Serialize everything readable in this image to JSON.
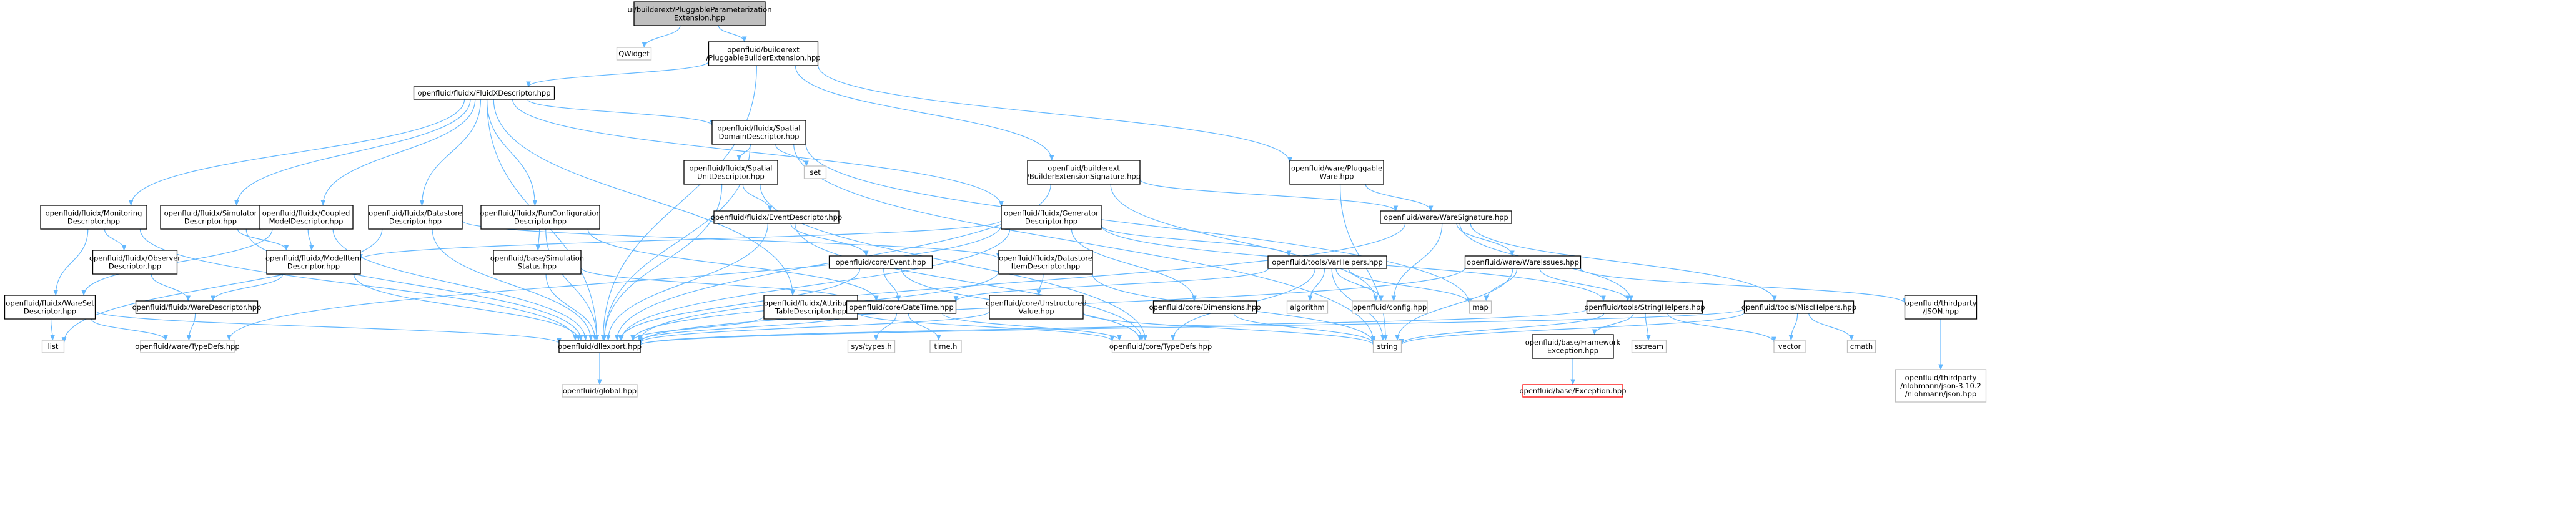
{
  "colors": {
    "edge": "#63b8ff",
    "node_border": "#000000",
    "root_fill": "#bfbfbf",
    "external_border": "#bfbfbf",
    "external_text": "#666666",
    "missing_border": "#ff0000"
  },
  "nodes": [
    {
      "id": "root",
      "label": [
        "ui/builderext/PluggableParameterization",
        "Extension.hpp"
      ],
      "kind": "root"
    },
    {
      "id": "qwidget",
      "label": [
        "QWidget"
      ],
      "kind": "external"
    },
    {
      "id": "pbe",
      "label": [
        "openfluid/builderext",
        "/PluggableBuilderExtension.hpp"
      ],
      "kind": "file"
    },
    {
      "id": "fxd",
      "label": [
        "openfluid/fluidx/FluidXDescriptor.hpp"
      ],
      "kind": "file"
    },
    {
      "id": "sdd",
      "label": [
        "openfluid/fluidx/Spatial",
        "DomainDescriptor.hpp"
      ],
      "kind": "file"
    },
    {
      "id": "bes",
      "label": [
        "openfluid/builderext",
        "/BuilderExtensionSignature.hpp"
      ],
      "kind": "file"
    },
    {
      "id": "pw",
      "label": [
        "openfluid/ware/Pluggable",
        "Ware.hpp"
      ],
      "kind": "file"
    },
    {
      "id": "set",
      "label": [
        "set"
      ],
      "kind": "external"
    },
    {
      "id": "sud",
      "label": [
        "openfluid/fluidx/Spatial",
        "UnitDescriptor.hpp"
      ],
      "kind": "file"
    },
    {
      "id": "md",
      "label": [
        "openfluid/fluidx/Monitoring",
        "Descriptor.hpp"
      ],
      "kind": "file"
    },
    {
      "id": "simd",
      "label": [
        "openfluid/fluidx/Simulator",
        "Descriptor.hpp"
      ],
      "kind": "file"
    },
    {
      "id": "cmd",
      "label": [
        "openfluid/fluidx/Coupled",
        "ModelDescriptor.hpp"
      ],
      "kind": "file"
    },
    {
      "id": "dsd",
      "label": [
        "openfluid/fluidx/Datastore",
        "Descriptor.hpp"
      ],
      "kind": "file"
    },
    {
      "id": "rcd",
      "label": [
        "openfluid/fluidx/RunConfiguration",
        "Descriptor.hpp"
      ],
      "kind": "file"
    },
    {
      "id": "ed",
      "label": [
        "openfluid/fluidx/EventDescriptor.hpp"
      ],
      "kind": "file"
    },
    {
      "id": "gd",
      "label": [
        "openfluid/fluidx/Generator",
        "Descriptor.hpp"
      ],
      "kind": "file"
    },
    {
      "id": "ws",
      "label": [
        "openfluid/ware/WareSignature.hpp"
      ],
      "kind": "file"
    },
    {
      "id": "od",
      "label": [
        "openfluid/fluidx/Observer",
        "Descriptor.hpp"
      ],
      "kind": "file"
    },
    {
      "id": "mid",
      "label": [
        "openfluid/fluidx/ModelItem",
        "Descriptor.hpp"
      ],
      "kind": "file"
    },
    {
      "id": "bss",
      "label": [
        "openfluid/base/Simulation",
        "Status.hpp"
      ],
      "kind": "file"
    },
    {
      "id": "ce",
      "label": [
        "openfluid/core/Event.hpp"
      ],
      "kind": "file"
    },
    {
      "id": "dsid",
      "label": [
        "openfluid/fluidx/Datastore",
        "ItemDescriptor.hpp"
      ],
      "kind": "file"
    },
    {
      "id": "vh",
      "label": [
        "openfluid/tools/VarHelpers.hpp"
      ],
      "kind": "file"
    },
    {
      "id": "wi",
      "label": [
        "openfluid/ware/WareIssues.hpp"
      ],
      "kind": "file"
    },
    {
      "id": "wsd",
      "label": [
        "openfluid/fluidx/WareSet",
        "Descriptor.hpp"
      ],
      "kind": "file"
    },
    {
      "id": "wd",
      "label": [
        "openfluid/fluidx/WareDescriptor.hpp"
      ],
      "kind": "file"
    },
    {
      "id": "atd",
      "label": [
        "openfluid/fluidx/Attributes",
        "TableDescriptor.hpp"
      ],
      "kind": "file"
    },
    {
      "id": "dt",
      "label": [
        "openfluid/core/DateTime.hpp"
      ],
      "kind": "file"
    },
    {
      "id": "uv",
      "label": [
        "openfluid/core/Unstructured",
        "Value.hpp"
      ],
      "kind": "file"
    },
    {
      "id": "dim",
      "label": [
        "openfluid/core/Dimensions.hpp"
      ],
      "kind": "file"
    },
    {
      "id": "algorithm",
      "label": [
        "algorithm"
      ],
      "kind": "external"
    },
    {
      "id": "config",
      "label": [
        "openfluid/config.hpp"
      ],
      "kind": "external"
    },
    {
      "id": "map",
      "label": [
        "map"
      ],
      "kind": "external"
    },
    {
      "id": "sh",
      "label": [
        "openfluid/tools/StringHelpers.hpp"
      ],
      "kind": "file"
    },
    {
      "id": "mh",
      "label": [
        "openfluid/tools/MiscHelpers.hpp"
      ],
      "kind": "file"
    },
    {
      "id": "json",
      "label": [
        "openfluid/thirdparty",
        "/JSON.hpp"
      ],
      "kind": "file"
    },
    {
      "id": "list",
      "label": [
        "list"
      ],
      "kind": "external"
    },
    {
      "id": "wtd",
      "label": [
        "openfluid/ware/TypeDefs.hpp"
      ],
      "kind": "external"
    },
    {
      "id": "dll",
      "label": [
        "openfluid/dllexport.hpp"
      ],
      "kind": "file"
    },
    {
      "id": "systypes",
      "label": [
        "sys/types.h"
      ],
      "kind": "external"
    },
    {
      "id": "timeh",
      "label": [
        "time.h"
      ],
      "kind": "external"
    },
    {
      "id": "ctd",
      "label": [
        "openfluid/core/TypeDefs.hpp"
      ],
      "kind": "external"
    },
    {
      "id": "string",
      "label": [
        "string"
      ],
      "kind": "external"
    },
    {
      "id": "bfe",
      "label": [
        "openfluid/base/Framework",
        "Exception.hpp"
      ],
      "kind": "file"
    },
    {
      "id": "sstream",
      "label": [
        "sstream"
      ],
      "kind": "external"
    },
    {
      "id": "vector",
      "label": [
        "vector"
      ],
      "kind": "external"
    },
    {
      "id": "cmath",
      "label": [
        "cmath"
      ],
      "kind": "external"
    },
    {
      "id": "nlohmann",
      "label": [
        "openfluid/thirdparty",
        "/nlohmann/json-3.10.2",
        "/nlohmann/json.hpp"
      ],
      "kind": "external"
    },
    {
      "id": "global",
      "label": [
        "openfluid/global.hpp"
      ],
      "kind": "external"
    },
    {
      "id": "bex",
      "label": [
        "openfluid/base/Exception.hpp"
      ],
      "kind": "missing"
    }
  ],
  "edges": [
    [
      "root",
      "qwidget"
    ],
    [
      "root",
      "pbe"
    ],
    [
      "pbe",
      "fxd"
    ],
    [
      "pbe",
      "bes"
    ],
    [
      "pbe",
      "pw"
    ],
    [
      "pbe",
      "dll"
    ],
    [
      "fxd",
      "sdd"
    ],
    [
      "fxd",
      "md"
    ],
    [
      "fxd",
      "simd"
    ],
    [
      "fxd",
      "cmd"
    ],
    [
      "fxd",
      "dsd"
    ],
    [
      "fxd",
      "rcd"
    ],
    [
      "fxd",
      "gd"
    ],
    [
      "fxd",
      "atd"
    ],
    [
      "fxd",
      "dll"
    ],
    [
      "sdd",
      "set"
    ],
    [
      "sdd",
      "sud"
    ],
    [
      "sdd",
      "dll"
    ],
    [
      "sdd",
      "string"
    ],
    [
      "sdd",
      "map"
    ],
    [
      "sud",
      "ed"
    ],
    [
      "sud",
      "dll"
    ],
    [
      "sud",
      "ctd"
    ],
    [
      "ed",
      "ce"
    ],
    [
      "ed",
      "dll"
    ],
    [
      "ed",
      "ctd"
    ],
    [
      "bes",
      "ws"
    ],
    [
      "bes",
      "config"
    ],
    [
      "bes",
      "dll"
    ],
    [
      "pw",
      "ws"
    ],
    [
      "pw",
      "string"
    ],
    [
      "md",
      "od"
    ],
    [
      "md",
      "wsd"
    ],
    [
      "md",
      "dll"
    ],
    [
      "simd",
      "mid"
    ],
    [
      "simd",
      "dll"
    ],
    [
      "cmd",
      "mid"
    ],
    [
      "cmd",
      "wsd"
    ],
    [
      "cmd",
      "dll"
    ],
    [
      "dsd",
      "dsid"
    ],
    [
      "dsd",
      "list"
    ],
    [
      "dsd",
      "dll"
    ],
    [
      "rcd",
      "bss"
    ],
    [
      "rcd",
      "dt"
    ],
    [
      "rcd",
      "dll"
    ],
    [
      "gd",
      "mid"
    ],
    [
      "gd",
      "vh"
    ],
    [
      "gd",
      "dim"
    ],
    [
      "gd",
      "dll"
    ],
    [
      "gd",
      "sh"
    ],
    [
      "gd",
      "wtd"
    ],
    [
      "ws",
      "wi"
    ],
    [
      "ws",
      "config"
    ],
    [
      "ws",
      "sh"
    ],
    [
      "ws",
      "mh"
    ],
    [
      "ws",
      "dll"
    ],
    [
      "od",
      "wd"
    ],
    [
      "mid",
      "wd"
    ],
    [
      "mid",
      "dll"
    ],
    [
      "bss",
      "dt"
    ],
    [
      "bss",
      "dll"
    ],
    [
      "ce",
      "dt"
    ],
    [
      "ce",
      "dll"
    ],
    [
      "ce",
      "ctd"
    ],
    [
      "dsid",
      "uv"
    ],
    [
      "dsid",
      "dll"
    ],
    [
      "dsid",
      "string"
    ],
    [
      "vh",
      "dt"
    ],
    [
      "vh",
      "algorithm"
    ],
    [
      "vh",
      "config"
    ],
    [
      "vh",
      "map"
    ],
    [
      "vh",
      "ctd"
    ],
    [
      "vh",
      "string"
    ],
    [
      "wi",
      "map"
    ],
    [
      "wi",
      "sh"
    ],
    [
      "wi",
      "json"
    ],
    [
      "wi",
      "string"
    ],
    [
      "wi",
      "dll"
    ],
    [
      "wsd",
      "wtd"
    ],
    [
      "wsd",
      "list"
    ],
    [
      "wsd",
      "dll"
    ],
    [
      "wd",
      "wtd"
    ],
    [
      "atd",
      "dll"
    ],
    [
      "atd",
      "ctd"
    ],
    [
      "dt",
      "systypes"
    ],
    [
      "dt",
      "timeh"
    ],
    [
      "dt",
      "dll"
    ],
    [
      "dt",
      "ctd"
    ],
    [
      "uv",
      "dll"
    ],
    [
      "uv",
      "string"
    ],
    [
      "dim",
      "string"
    ],
    [
      "sh",
      "bfe"
    ],
    [
      "sh",
      "sstream"
    ],
    [
      "sh",
      "vector"
    ],
    [
      "sh",
      "string"
    ],
    [
      "sh",
      "dll"
    ],
    [
      "mh",
      "vector"
    ],
    [
      "mh",
      "cmath"
    ],
    [
      "mh",
      "string"
    ],
    [
      "mh",
      "dll"
    ],
    [
      "json",
      "nlohmann"
    ],
    [
      "dll",
      "global"
    ],
    [
      "bfe",
      "bex"
    ]
  ]
}
